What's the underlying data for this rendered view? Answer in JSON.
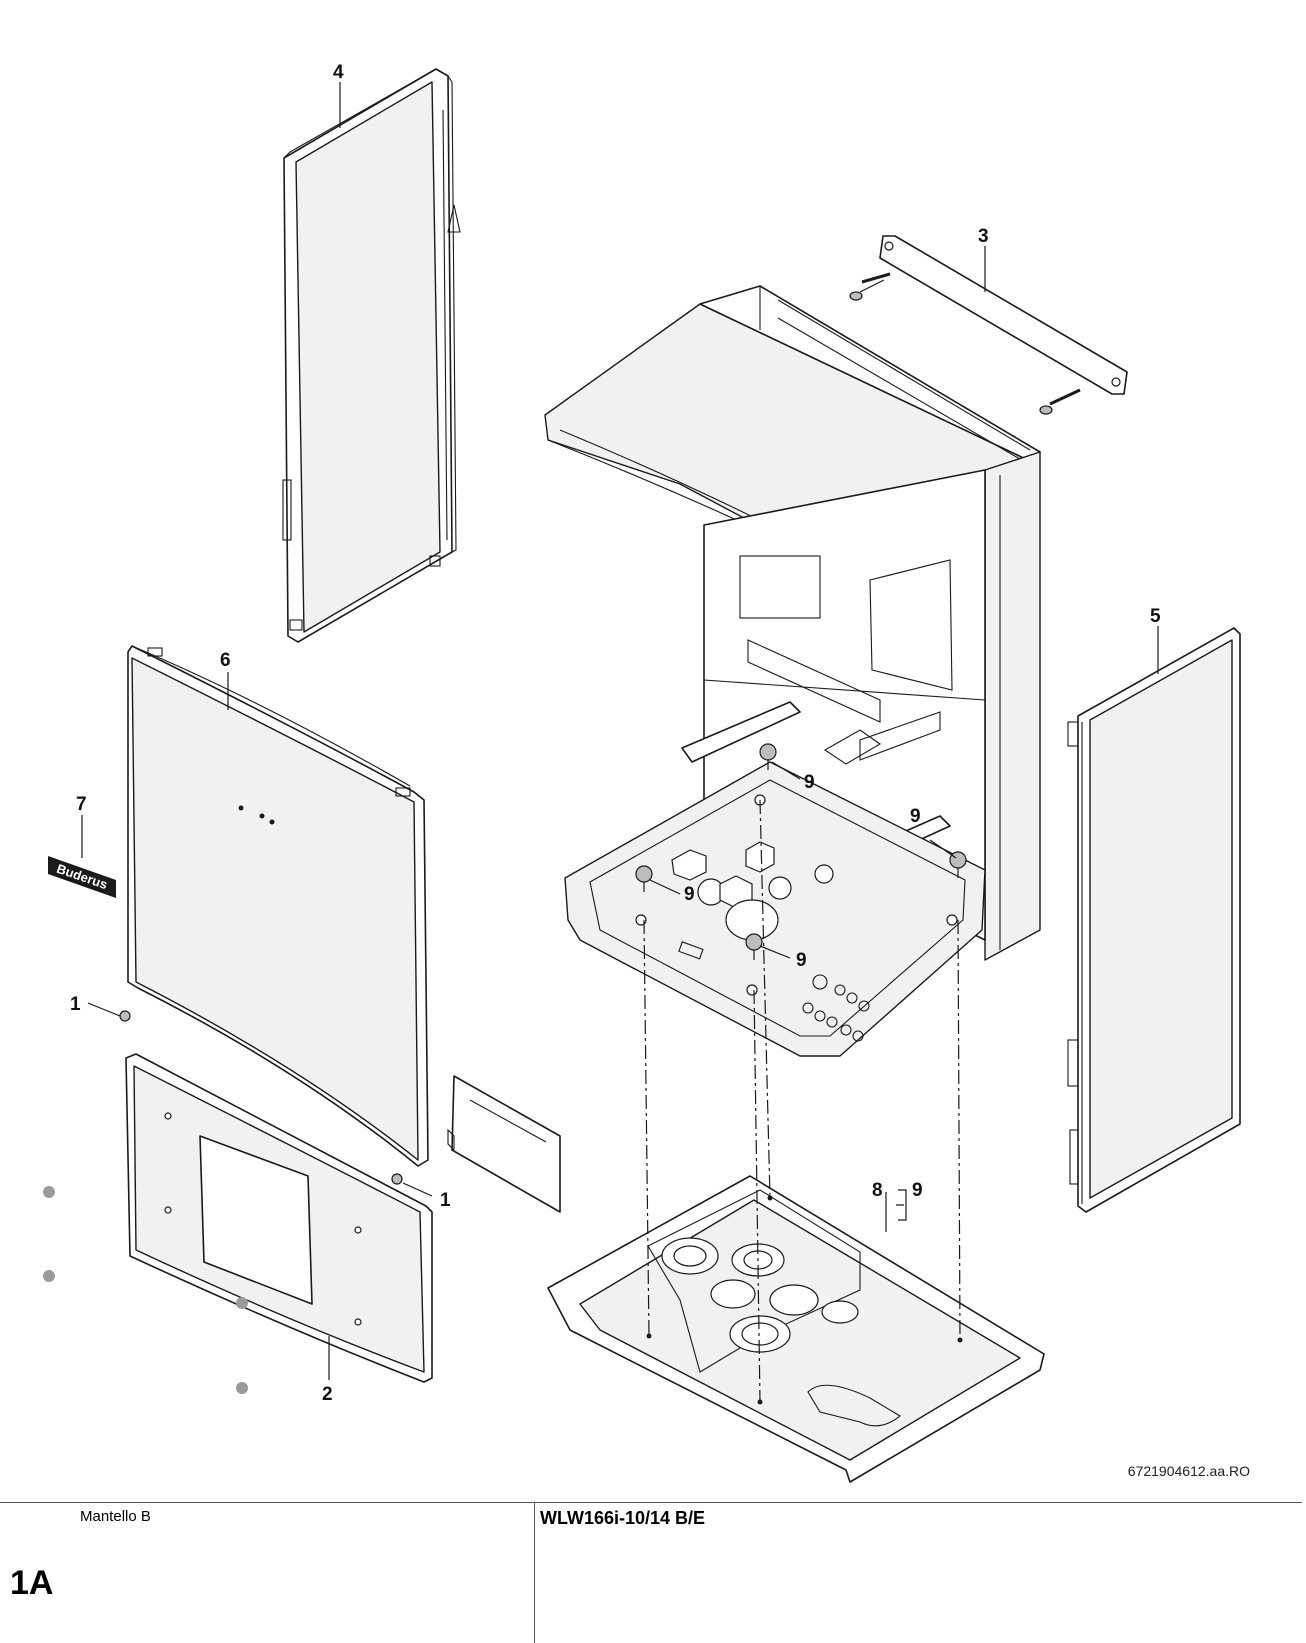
{
  "callouts": {
    "c1a": "1",
    "c1b": "1",
    "c2": "2",
    "c3": "3",
    "c4": "4",
    "c5": "5",
    "c6": "6",
    "c7": "7",
    "c8": "8",
    "c8sub": "9",
    "c9a": "9",
    "c9b": "9",
    "c9c": "9",
    "c9d": "9"
  },
  "logo_text": "Buderus",
  "drawing_id": "6721904612.aa.RO",
  "footer": {
    "section_name": "Mantello B",
    "section_code": "1A",
    "model": "WLW166i-10/14 B/E"
  }
}
